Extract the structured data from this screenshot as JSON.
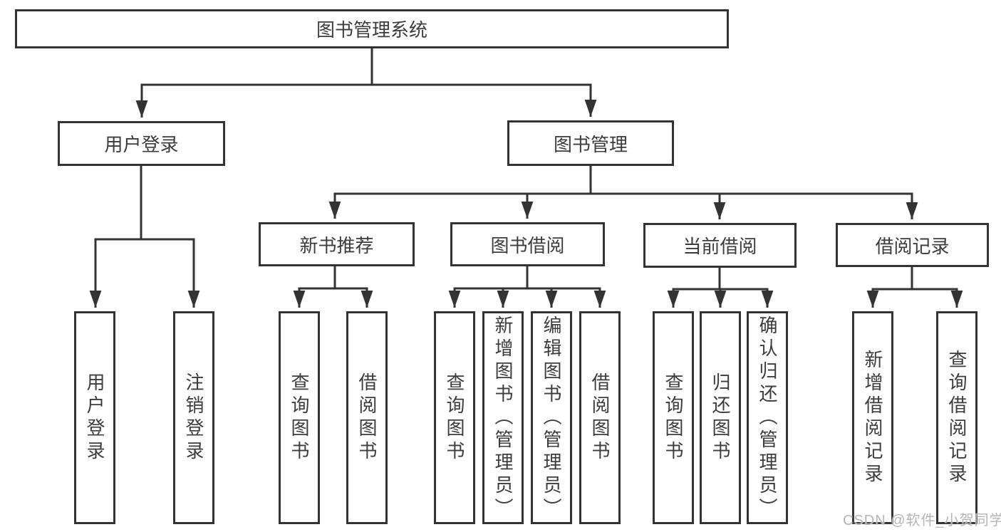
{
  "diagram": {
    "root": {
      "label": "图书管理系统"
    },
    "branches": [
      {
        "label": "用户登录",
        "children": [
          {
            "label": "用户登录"
          },
          {
            "label": "注销登录"
          }
        ]
      },
      {
        "label": "图书管理",
        "children": [
          {
            "label": "新书推荐",
            "children": [
              {
                "label": "查询图书"
              },
              {
                "label": "借阅图书"
              }
            ]
          },
          {
            "label": "图书借阅",
            "children": [
              {
                "label": "查询图书"
              },
              {
                "label": "新增图书（管理员）"
              },
              {
                "label": "编辑图书（管理员）"
              },
              {
                "label": "借阅图书"
              }
            ]
          },
          {
            "label": "当前借阅",
            "children": [
              {
                "label": "查询图书"
              },
              {
                "label": "归还图书"
              },
              {
                "label": "确认归还（管理员）"
              }
            ]
          },
          {
            "label": "借阅记录",
            "children": [
              {
                "label": "新增借阅记录"
              },
              {
                "label": "查询借阅记录"
              }
            ]
          }
        ]
      }
    ],
    "colors": {
      "line": "#333333",
      "text": "#3c3c3c",
      "box_background": "#ffffff"
    },
    "watermark": {
      "text": "CSDN @软件_小贺同学",
      "color": "#b5b5b5"
    }
  }
}
